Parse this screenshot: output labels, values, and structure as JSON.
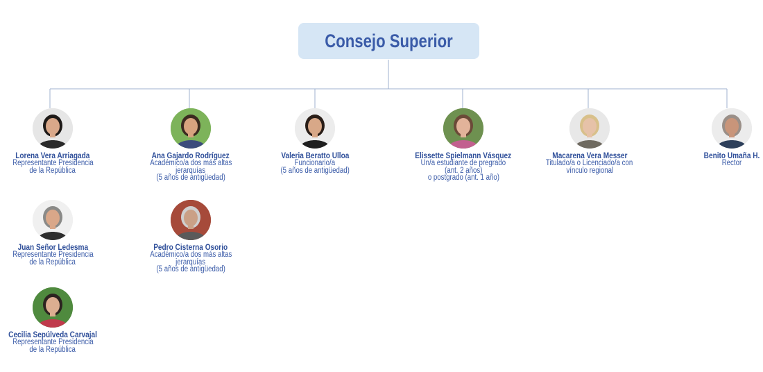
{
  "title": "Consejo Superior",
  "colors": {
    "title_bg": "#d6e6f5",
    "accent": "#3a5ba8",
    "line": "#9fb2cf"
  },
  "members": [
    {
      "name": "Lorena Vera Arriagada",
      "role": [
        "Representante Presidencia",
        "de la República"
      ],
      "avatar": "female-portrait-icon"
    },
    {
      "name": "Ana Gajardo Rodríguez",
      "role": [
        "Académico/a dos más altas",
        "jerarquías",
        "(5 años de antigüedad)"
      ],
      "avatar": "female-portrait-icon"
    },
    {
      "name": "Valeria Beratto Ulloa",
      "role": [
        "Funcionario/a",
        "(5 años de antigüedad)"
      ],
      "avatar": "female-portrait-icon"
    },
    {
      "name": "Elissette Spielmann Vásquez",
      "role": [
        "Un/a estudiante de pregrado",
        "(ant. 2 años)",
        "o postgrado (ant. 1 año)"
      ],
      "avatar": "female-portrait-icon"
    },
    {
      "name": "Macarena Vera Messer",
      "role": [
        "Titulado/a o Licenciado/a con",
        "vínculo regional"
      ],
      "avatar": "female-portrait-icon"
    },
    {
      "name": "Benito Umaña H.",
      "role": [
        "Rector"
      ],
      "avatar": "male-portrait-icon"
    },
    {
      "name": "Juan Señor Ledesma",
      "role": [
        "Representante Presidencia",
        "de la República"
      ],
      "avatar": "male-portrait-icon"
    },
    {
      "name": "Pedro Cisterna Osorio",
      "role": [
        "Académico/a dos más altas",
        "jerarquías",
        "(5 años de antigüedad)"
      ],
      "avatar": "male-portrait-icon"
    },
    {
      "name": "Cecilia Sepúlveda Carvajal",
      "role": [
        "Representante Presidencia",
        "de la República"
      ],
      "avatar": "female-portrait-icon"
    }
  ]
}
